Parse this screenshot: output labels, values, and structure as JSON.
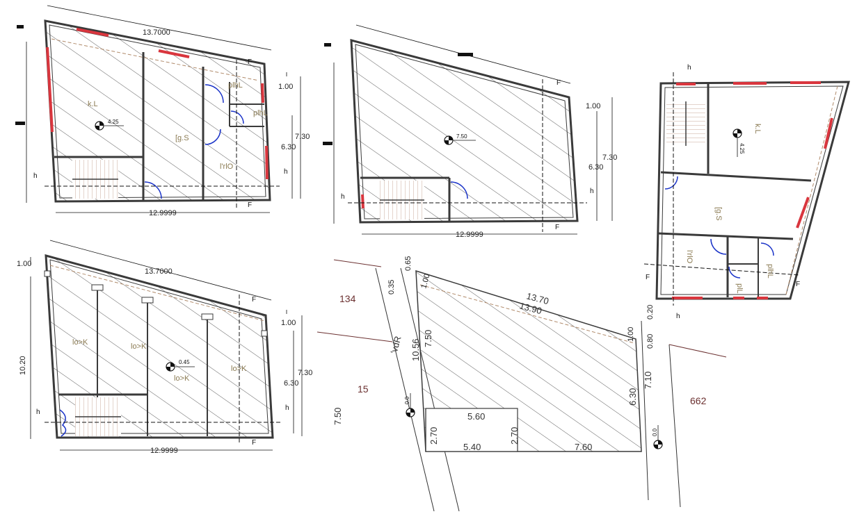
{
  "plan_a": {
    "top_dim": "13.7000",
    "bottom_dim": "12.9999",
    "right_dim_1": "1.00",
    "right_dim_2": "6.30",
    "right_dim_3": "7.30",
    "room_kitchen": "k.L",
    "room_lounge": "[g.S",
    "room_bath": "plhL",
    "room_wc": "plhL",
    "room_hall": "l'rlO",
    "level": "4.25",
    "section_f": "F",
    "section_h": "h"
  },
  "plan_b": {
    "bottom_dim": "12.9999",
    "right_dim_1": "1.00",
    "right_dim_2": "6.30",
    "right_dim_3": "7.30",
    "level": "7.50",
    "section_f": "F",
    "section_h": "h"
  },
  "plan_c": {
    "room_kitchen": "k.L",
    "room_lounge": "[g.S",
    "room_hall": "l'rlO",
    "room_bath": "plhL",
    "room_wc": "plL",
    "level": "4.25",
    "section_f": "F",
    "section_h": "h"
  },
  "plan_d": {
    "top_dim": "13.7000",
    "bottom_dim": "12.9999",
    "left_dim_1": "1.00",
    "left_dim_2": "10.20",
    "right_dim_1": "1.00",
    "right_dim_2": "6.30",
    "right_dim_3": "7.30",
    "room_1": "lo>K",
    "room_2": "lo>K",
    "room_3": "lo>K",
    "room_4": "lo>K",
    "level": "0.45",
    "section_f": "F",
    "section_h": "h"
  },
  "site": {
    "parcel_left": "134",
    "parcel_left_2": "15",
    "parcel_right": "662",
    "street": "'vdR",
    "dim_13_70": "13.70",
    "dim_13_90": "13.90",
    "dim_0_65": "0.65",
    "dim_0_35": "0.35",
    "dim_1_00_left": "1.00",
    "dim_10_56": "10.56",
    "dim_7_50": "7.50",
    "dim_7_50_street": "7.50",
    "dim_0_20": "0.20",
    "dim_1_00_right": "1.00",
    "dim_0_80": "0.80",
    "dim_7_10": "7.10",
    "dim_6_30": "6.30",
    "dim_5_60": "5.60",
    "dim_5_40": "5.40",
    "dim_2_70_a": "2.70",
    "dim_2_70_b": "2.70",
    "dim_7_60": "7.60",
    "level_1": "0.0",
    "level_2": "0.0"
  },
  "colors": {
    "wall": "#3a3a3a",
    "window": "#d9363e",
    "door": "#1a33c8",
    "hatch": "#4a4a4a",
    "stair": "#c9a89a",
    "dashed_line": "#b08a6a"
  }
}
